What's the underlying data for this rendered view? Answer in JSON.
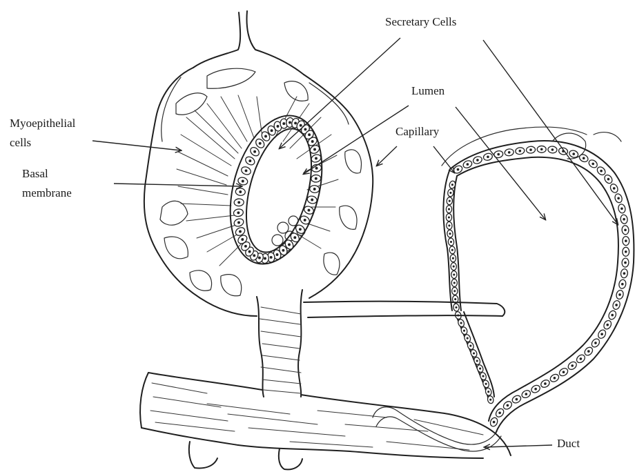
{
  "labels": {
    "secretary_cells": "Secretary Cells",
    "lumen": "Lumen",
    "capillary": "Capillary",
    "myoepithelial_line1": "Myoepithelial",
    "myoepithelial_line2": "cells",
    "basal_line1": "Basal",
    "basal_line2": "membrane",
    "duct": "Duct"
  },
  "colors": {
    "ink": "#1f1f1f",
    "background": "#ffffff"
  }
}
